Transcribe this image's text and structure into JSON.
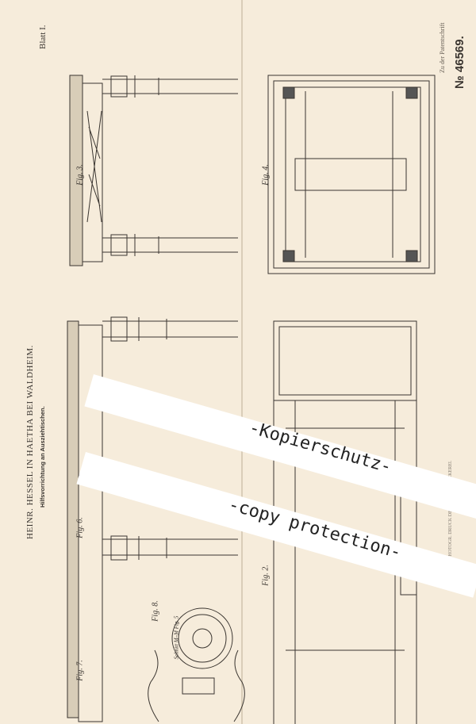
{
  "sheet_label": "Blatt I.",
  "patent_ref": "Zu der Patentschrift",
  "patent_number": "№ 46569.",
  "inventor_line": "HEINR. HESSEL IN HAETHA BEI WALDHEIM.",
  "invention_title": "Hilfsvorrichtung an Ausziehtischen.",
  "side_note": "PHOTOGR. DRUCK DER REICHSDRUCKEREI.",
  "figures": {
    "fig3": "Fig. 3.",
    "fig4": "Fig. 4.",
    "fig6": "Fig. 6.",
    "fig2": "Fig. 2.",
    "fig8": "Fig. 8.",
    "fig7": "Fig. 7.",
    "fig8_note": "Schnitt M–M Fig. 5"
  },
  "watermark": {
    "line1": "-Kopierschutz-",
    "line2": "-copy protection-"
  }
}
